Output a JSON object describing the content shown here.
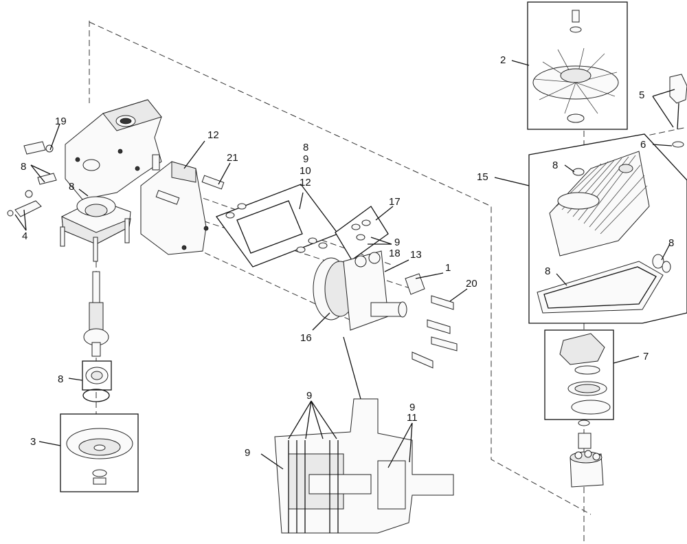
{
  "callouts": {
    "c1": "1",
    "c2": "2",
    "c3": "3",
    "c4": "4",
    "c5": "5",
    "c6": "6",
    "c7": "7",
    "c8a": "8",
    "c8b": "8",
    "c8c": "8",
    "c8d": "8",
    "c8e": "8",
    "c8f": "8",
    "c9a": "9",
    "c9b": "9",
    "c9c": "9",
    "c9d": "9",
    "c11": "11",
    "c12": "12",
    "c13": "13",
    "c15": "15",
    "c16": "16",
    "c17": "17",
    "c18": "18",
    "c19": "19",
    "c20": "20",
    "c21": "21",
    "stack": [
      "8",
      "9",
      "10",
      "12"
    ]
  }
}
